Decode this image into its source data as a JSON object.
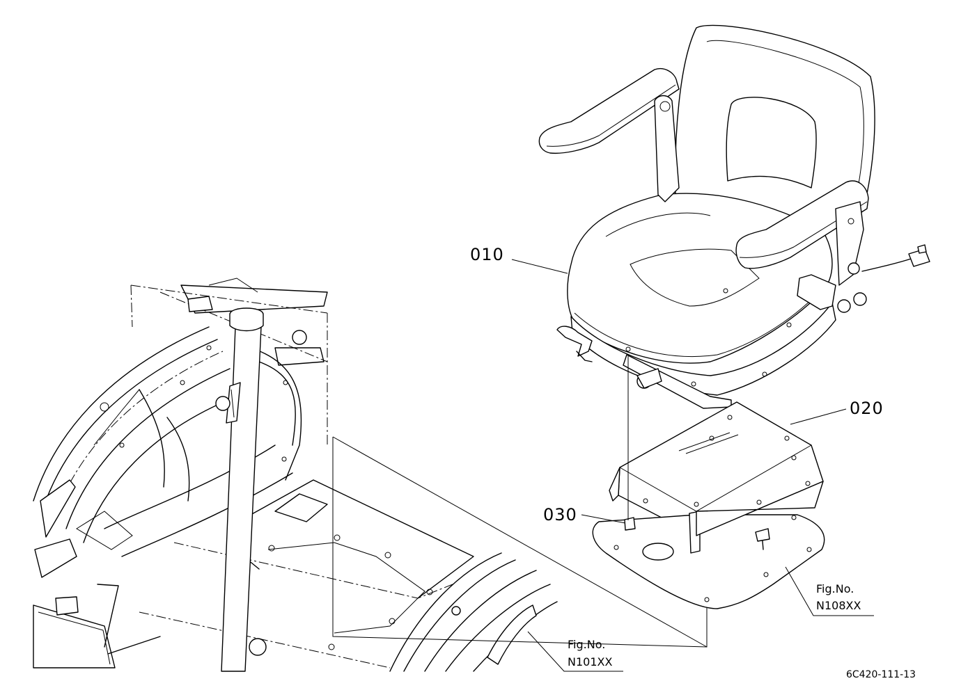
{
  "callouts": [
    {
      "id": "part-010",
      "text": "010"
    },
    {
      "id": "part-020",
      "text": "020"
    },
    {
      "id": "part-030",
      "text": "030"
    }
  ],
  "figure_refs": [
    {
      "label": "Fig.No.",
      "number": "N108XX"
    },
    {
      "label": "Fig.No.",
      "number": "N101XX"
    }
  ],
  "drawing_code": "6C420-111-13"
}
